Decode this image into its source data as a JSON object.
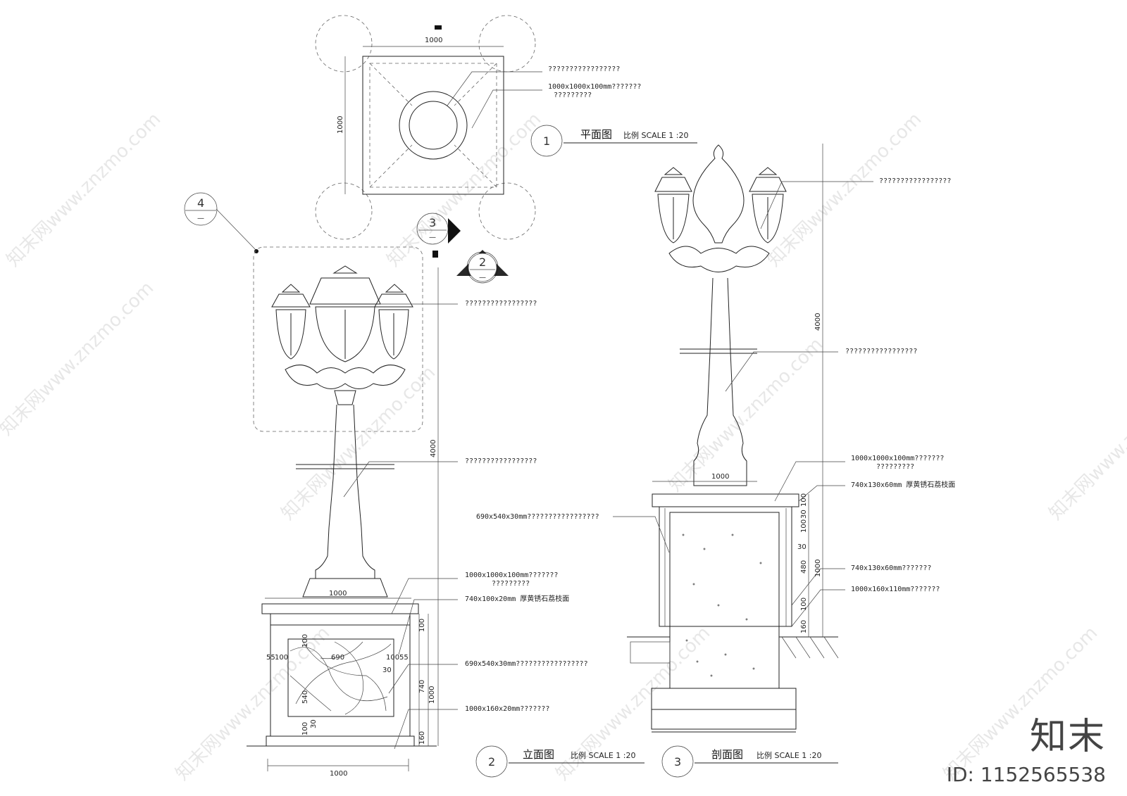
{
  "plan": {
    "dim_top": "1000",
    "dim_left": "1000",
    "note1": "?????????????????",
    "note2a": "1000x1000x100mm???????",
    "note2b": "?????????",
    "title": "平面图",
    "scale": "比例 SCALE 1 :20",
    "index": "1"
  },
  "elevation": {
    "callout_num": "4",
    "callout_sub": "—",
    "sec3_num": "3",
    "sec3_sub": "—",
    "sec2_num": "2",
    "sec2_sub": "—",
    "note_lamp": "?????????????????",
    "note_pole": "?????????????????",
    "dim_height": "4000",
    "dim_cap": "1000",
    "note_cap_a": "1000x1000x100mm???????",
    "note_cap_b": "?????????",
    "note_strip": "740x100x20mm 厚黄锈石荔枝面",
    "note_panel": "690x540x30mm?????????????????",
    "note_plinth": "1000x160x20mm???????",
    "dim_100a": "100",
    "dim_55l": "55",
    "dim_100l": "100",
    "dim_690": "690",
    "dim_100r": "100",
    "dim_55r": "55",
    "dim_30a": "30",
    "dim_540": "540",
    "dim_30b": "30",
    "dim_100b": "100",
    "dim_right_100": "100",
    "dim_right_740": "740",
    "dim_right_1000": "1000",
    "dim_right_160": "160",
    "dim_bottom": "1000",
    "title": "立面图",
    "scale": "比例 SCALE 1 :20",
    "index": "2"
  },
  "section": {
    "note_lamp": "?????????????????",
    "note_pole": "?????????????????",
    "dim_height": "4000",
    "dim_cap": "1000",
    "note_panel": "690x540x30mm?????????????????",
    "note_cap_a": "1000x1000x100mm???????",
    "note_cap_b": "?????????",
    "note_strip": "740x130x60mm 厚黄锈石荔枝面",
    "note_strip2": "740x130x60mm???????",
    "note_base": "1000x160x110mm???????",
    "dim_s100": "100",
    "dim_s30a": "30",
    "dim_s100b": "100",
    "dim_s30": "30",
    "dim_s480": "480",
    "dim_s100c": "100",
    "dim_s160": "160",
    "dim_s1000": "1000",
    "title": "剖面图",
    "scale": "比例 SCALE 1 :20",
    "index": "3"
  },
  "watermark": "知末网www.znzmo.com",
  "brand": "知末",
  "image_id": "ID: 1152565538"
}
